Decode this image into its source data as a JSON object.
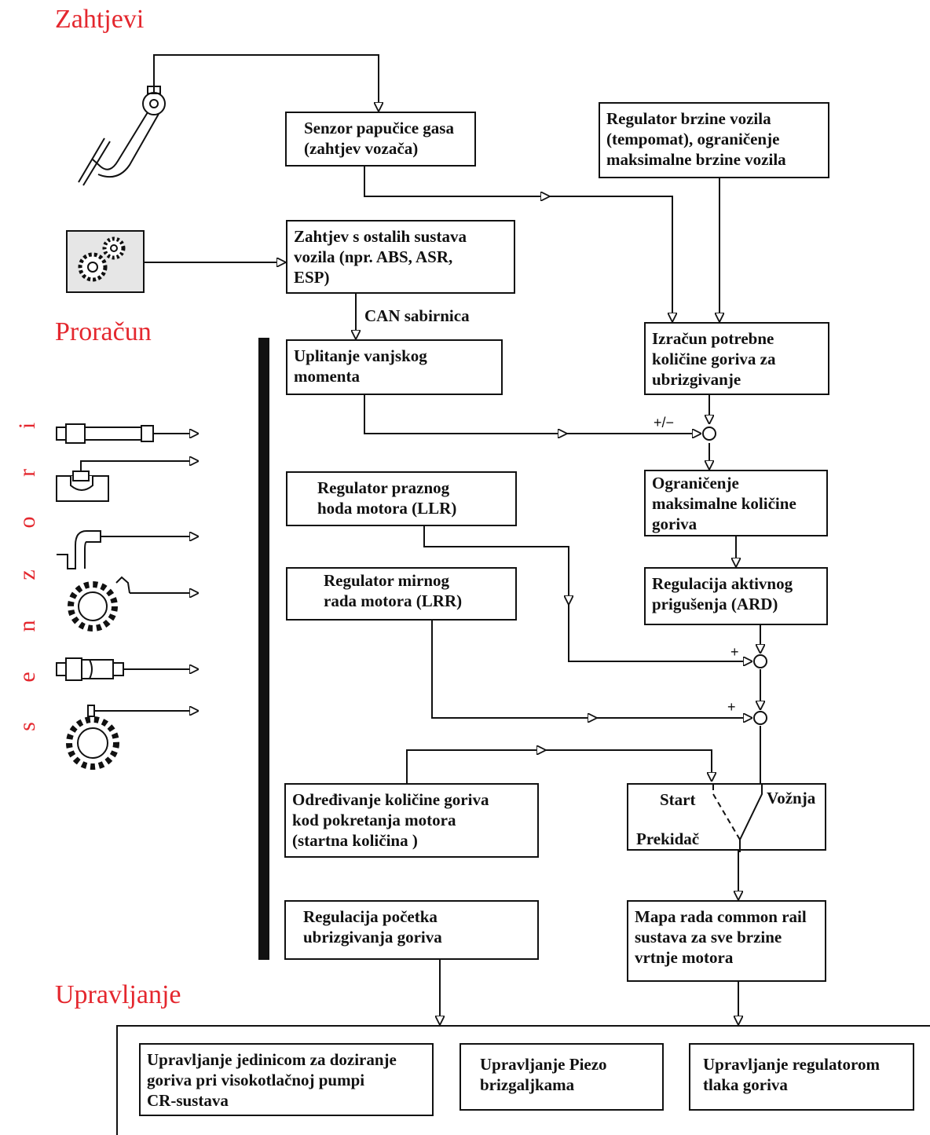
{
  "sections": {
    "zahtjevi": "Zahtjevi",
    "proracun": "Proračun",
    "upravljanje": "Upravljanje"
  },
  "senzori_letters": [
    "i",
    "r",
    "o",
    "z",
    "n",
    "e",
    "s"
  ],
  "boxes": {
    "senzor_papucice": "Senzor papučice gasa\n(zahtjev  vozača)",
    "regulator_brzine": "Regulator brzine vozila\n(tempomat), ograničenje\nmaksimalne brzine vozila",
    "zahtjev_ostalih": "Zahtjev s ostalih sustava\nvozila (npr. ABS, ASR,\nESP)",
    "uplitanje": "Uplitanje vanjskog\nmomenta",
    "izracun": "Izračun potrebne\nkoličine goriva za\nubrizgivanje",
    "ogranicenje": "Ograničenje\nmaksimalne količine\ngoriva",
    "regulator_llr": "Regulator praznog\nhoda motora (LLR)",
    "regulacija_ard": "Regulacija aktivnog\nprigušenja (ARD)",
    "regulator_lrr": "Regulator mirnog\nrada motora (LRR)",
    "odredivanje": "Određivanje količine goriva\nkod pokretanja motora\n(startna količina )",
    "regulacija_pocetka": "Regulacija početka\nubrizgivanja goriva",
    "mapa_rada": "Mapa rada common rail\nsustava za sve brzine\nvrtnje motora",
    "upr_jedinicom": "Upravljanje jedinicom za doziranje\ngoriva pri visokotlačnoj pumpi\nCR-sustava",
    "upr_piezo": "Upravljanje Piezo\nbrizgaljkama",
    "upr_regulatorom": "Upravljanje regulatorom\ntlaka goriva"
  },
  "switch": {
    "start": "Start",
    "voznja": "Vožnja",
    "prekidac": "Prekidač"
  },
  "labels": {
    "can": "CAN sabirnica",
    "plus_minus": "+/−",
    "plus_1": "+",
    "plus_2": "+"
  },
  "icons": [
    "pedal-icon",
    "gears-icon",
    "pressure-sensor-icon",
    "airflow-sensor-icon",
    "temperature-sensor-icon",
    "crank-wheel-icon",
    "rail-pressure-sensor-icon",
    "cam-wheel-icon"
  ],
  "colors": {
    "section": "#e4272e",
    "line": "#111111"
  }
}
